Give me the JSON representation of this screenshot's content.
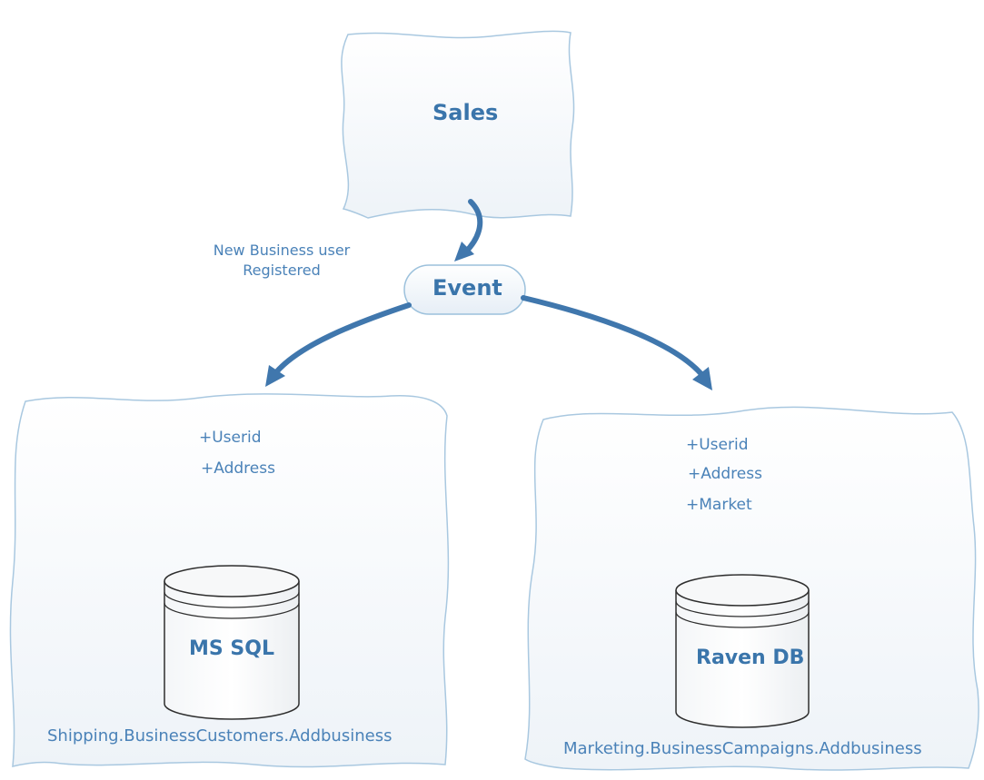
{
  "nodes": {
    "sales": {
      "label": "Sales"
    },
    "event": {
      "label": "Event"
    },
    "event_note": {
      "line1": "New Business user",
      "line2": "Registered"
    },
    "shipping": {
      "attributes": [
        "+Userid",
        "+Address"
      ],
      "db_label": "MS SQL",
      "namespace": "Shipping.BusinessCustomers.Addbusiness"
    },
    "marketing": {
      "attributes": [
        "+Userid",
        "+Address",
        "+Market"
      ],
      "db_label": "Raven DB",
      "namespace": "Marketing.BusinessCampaigns.Addbusiness"
    }
  },
  "colors": {
    "accent": "#3a75ab",
    "arrow": "#4077ad",
    "border": "#9cc1dc",
    "fill": "#f5f8fb"
  }
}
